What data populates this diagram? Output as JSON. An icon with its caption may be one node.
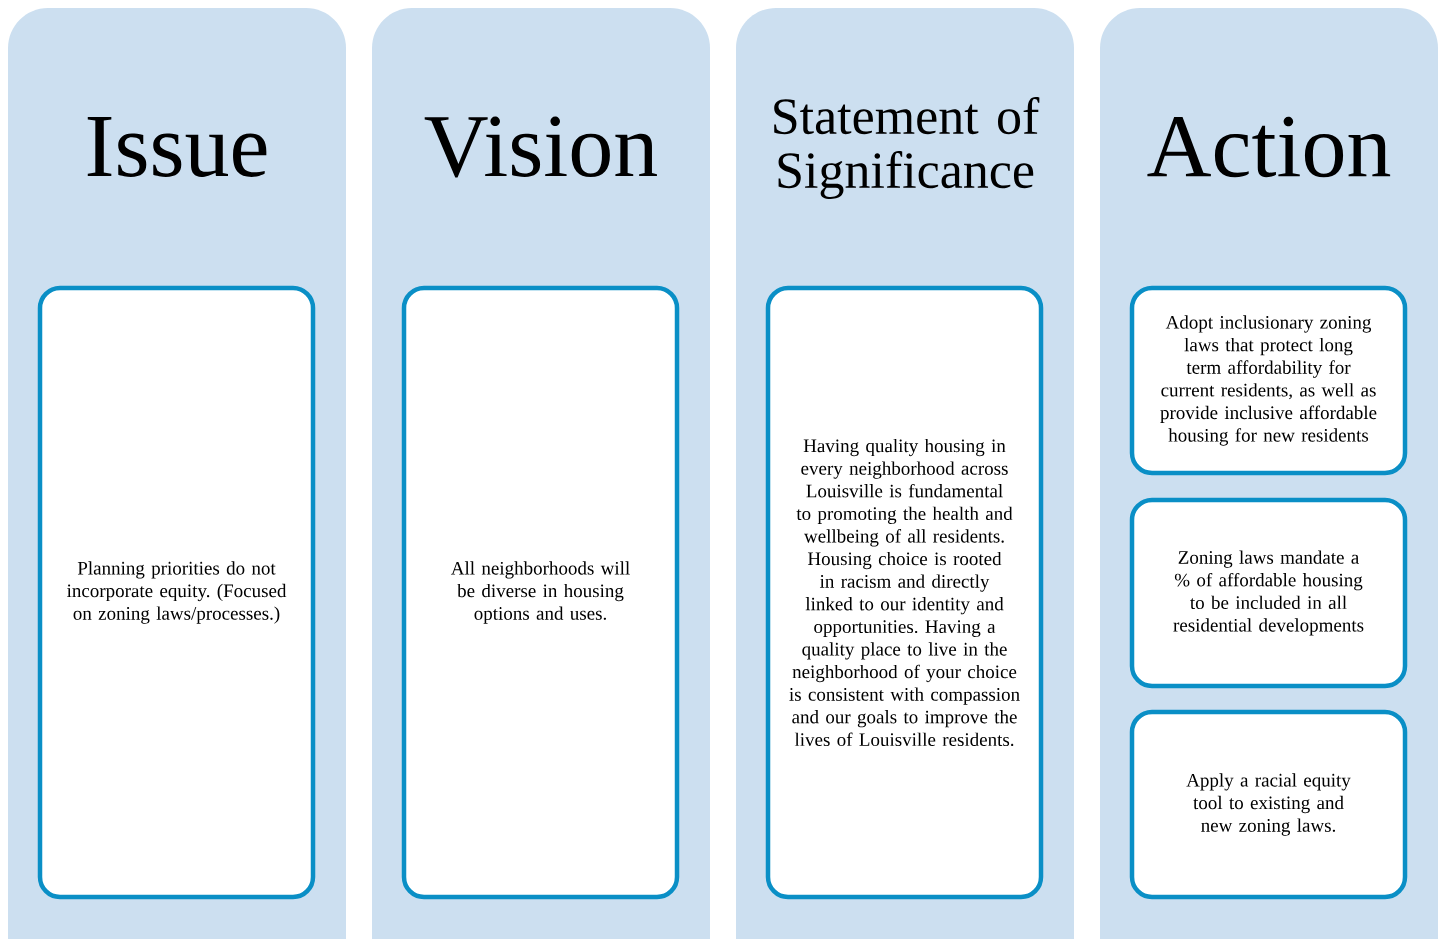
{
  "diagram": {
    "nodes": [
      {
        "text": [
          "Issue"
        ]
      },
      {
        "text": [
          "Planning priorities do not incorporate equity. (Focused on zoning laws/processes.)"
        ],
        "in": 0
      },
      {
        "text": [
          "Vision"
        ]
      },
      {
        "text": [
          "All neighborhoods will be diverse in housing options and uses."
        ],
        "in": 2
      },
      {
        "text": [
          "Statement of Significance"
        ]
      },
      {
        "text": [
          "Having quality housing in every neighborhood across Louisville is fundamental to promoting the health and wellbeing of all residents. Housing choice is rooted in racism and directly linked to our identity and opportunities. Having a quality place to live in the neighborhood of your choice is consistent with compassion and our goals to improve the lives of Louisville residents."
        ],
        "in": 4
      },
      {
        "text": [
          "Action"
        ]
      },
      {
        "text": [
          "Adopt inclusionary zoning laws that protect long term affordability for current residents, as well as provide inclusive affordable housing for new residents"
        ],
        "in": 6
      },
      {
        "text": [
          "Zoning laws mandate a % of affordable housing to be included in all residential developments"
        ],
        "in": 6
      },
      {
        "text": [
          "Apply a racial equity tool to existing and new zoning laws."
        ],
        "in": 6
      }
    ]
  }
}
